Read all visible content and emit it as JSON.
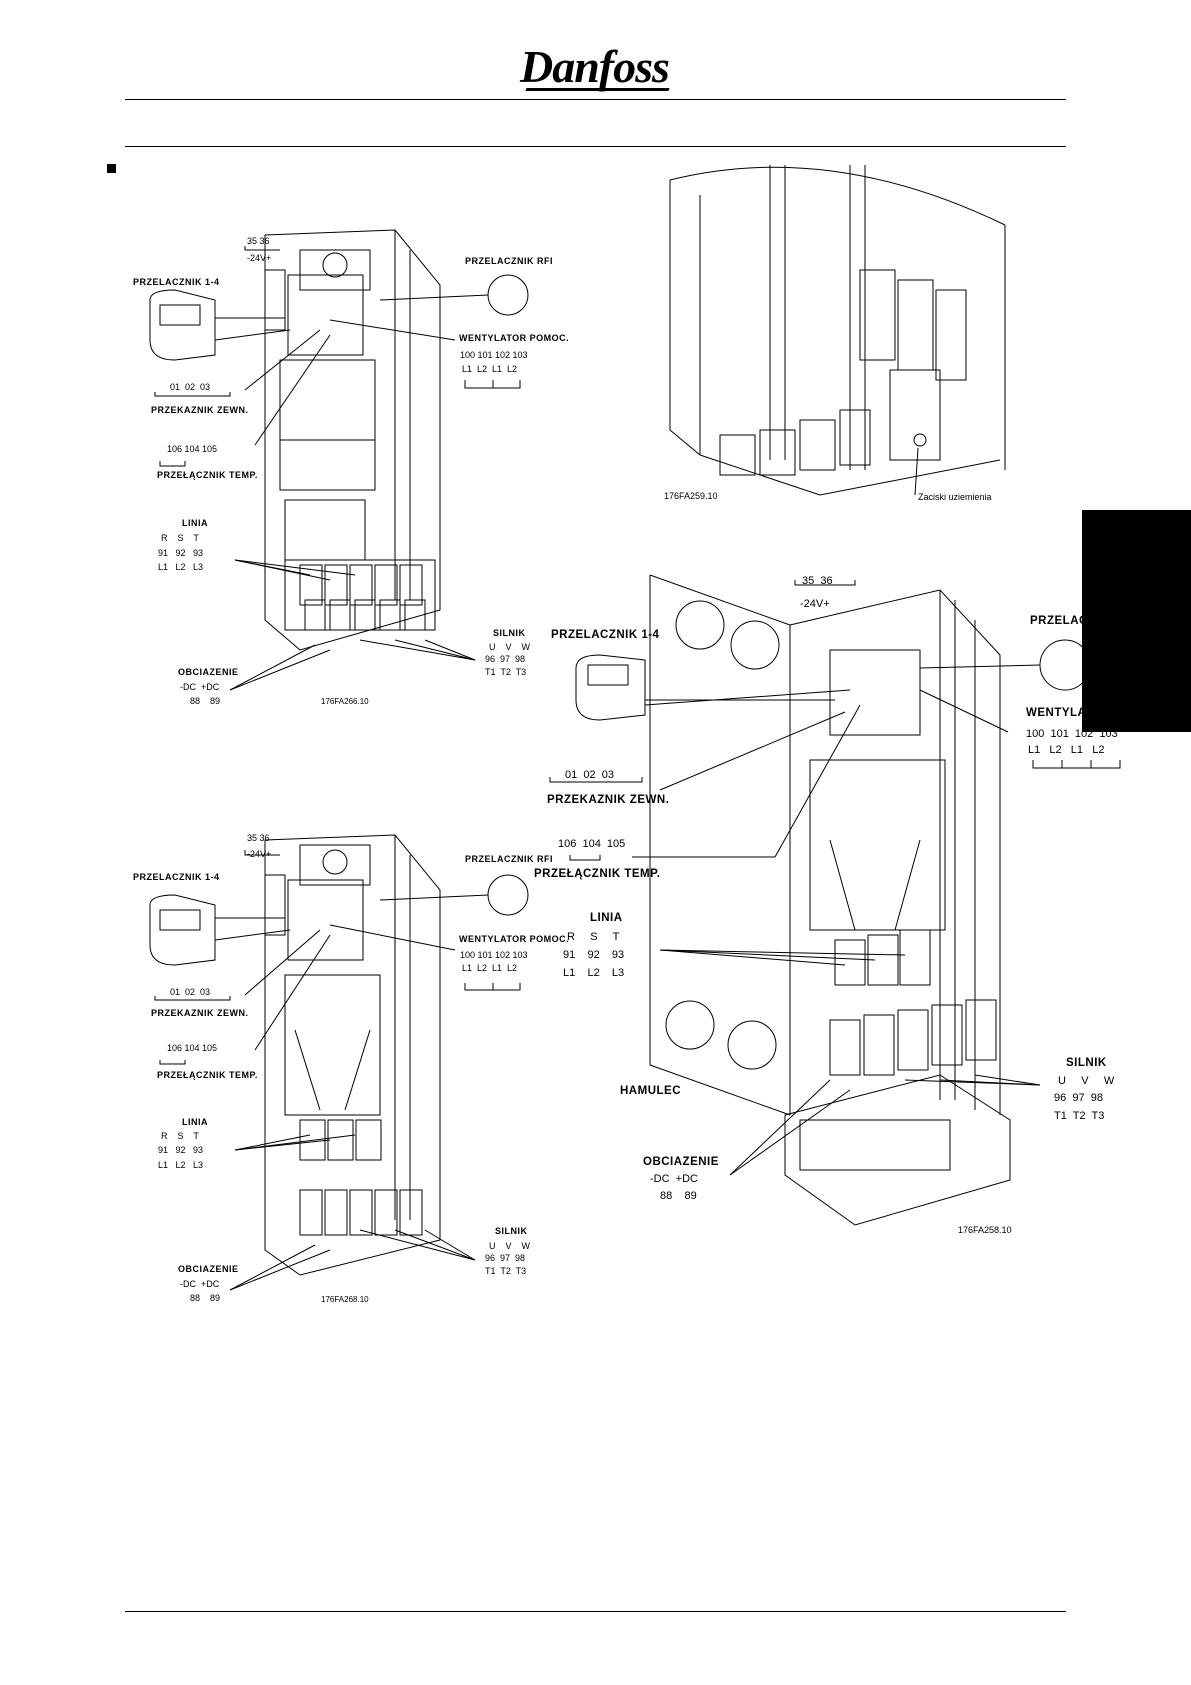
{
  "header": {
    "brand": "Danfoss"
  },
  "colors": {
    "ink": "#000000",
    "paper": "#ffffff"
  },
  "drawing_top_left": {
    "labels": {
      "terminals_24v_numbers": "35 36",
      "terminals_24v": "-24V+",
      "switch_1_4": "PRZELACZNIK 1-4",
      "rfi_switch": "PRZELACZNIK RFI",
      "aux_fan": "WENTYLATOR POMOC.",
      "aux_fan_numbers": "100 101 102 103",
      "aux_fan_phases": "L1  L2  L1  L2",
      "relay_numbers": "01  02  03",
      "relay": "PRZEKAZNIK ZEWN.",
      "temp_switch_numbers": "106 104 105",
      "temp_switch": "PRZEŁĄCZNIK TEMP.",
      "line": "LINIA",
      "line_rst": "R    S    T",
      "line_numbers": "91   92   93",
      "line_phases": "L1   L2   L3",
      "motor": "SILNIK",
      "motor_uvw": "U    V    W",
      "motor_numbers": "96  97  98",
      "motor_t": "T1  T2  T3",
      "load": "OBCIAZENIE",
      "load_dc": "-DC  +DC",
      "load_numbers": "88    89",
      "figure_code": "176FA266.10"
    }
  },
  "drawing_top_right": {
    "figure_code": "176FA259.10",
    "ground": "Zaciski uziemienia"
  },
  "drawing_bottom_left": {
    "labels": {
      "terminals_24v_numbers": "35 36",
      "terminals_24v": "-24V+",
      "switch_1_4": "PRZELACZNIK 1-4",
      "rfi_switch": "PRZELACZNIK RFI",
      "aux_fan": "WENTYLATOR POMOC.",
      "aux_fan_numbers": "100 101 102 103",
      "aux_fan_phases": "L1  L2  L1  L2",
      "relay_numbers": "01  02  03",
      "relay": "PRZEKAZNIK ZEWN.",
      "temp_switch_numbers": "106 104 105",
      "temp_switch": "PRZEŁĄCZNIK TEMP.",
      "line": "LINIA",
      "line_rst": "R    S    T",
      "line_numbers": "91   92   93",
      "line_phases": "L1   L2   L3",
      "motor": "SILNIK",
      "motor_uvw": "U    V    W",
      "motor_numbers": "96  97  98",
      "motor_t": "T1  T2  T3",
      "load": "OBCIAZENIE",
      "load_dc": "-DC  +DC",
      "load_numbers": "88    89",
      "figure_code": "176FA268.10"
    }
  },
  "drawing_bottom_right": {
    "labels": {
      "terminals_24v_numbers": "35  36",
      "terminals_24v": "-24V+",
      "switch_1_4": "PRZELACZNIK 1-4",
      "rfi_switch_partial": "PRZELAC",
      "aux_fan_partial": "WENTYLA",
      "aux_fan_numbers": "100  101  102  103",
      "aux_fan_phases": "L1   L2   L1   L2",
      "relay_numbers": "01  02  03",
      "relay": "PRZEKAZNIK ZEWN.",
      "temp_switch_numbers": "106  104  105",
      "temp_switch": "PRZEŁĄCZNIK TEMP.",
      "line": "LINIA",
      "line_rst": "R     S     T",
      "line_numbers": "91    92    93",
      "line_phases": "L1    L2    L3",
      "brake": "HAMULEC",
      "motor": "SILNIK",
      "motor_uvw": "U     V     W",
      "motor_numbers": "96  97  98",
      "motor_t": "T1  T2  T3",
      "load": "OBCIAZENIE",
      "load_dc": "-DC  +DC",
      "load_numbers": "88    89",
      "figure_code": "176FA258.10"
    }
  }
}
